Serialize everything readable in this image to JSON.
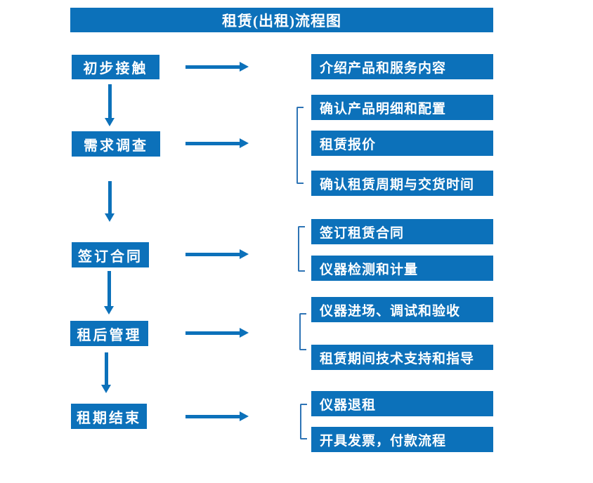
{
  "title": "租赁(出租)流程图",
  "colors": {
    "primary": "#0C71BA",
    "bracket": "#2E74B5"
  },
  "stages": [
    {
      "label": "初步接触",
      "details": [
        "介绍产品和服务内容"
      ]
    },
    {
      "label": "需求调查",
      "details": [
        "确认产品明细和配置",
        "租赁报价",
        "确认租赁周期与交货时间"
      ]
    },
    {
      "label": "签订合同",
      "details": [
        "签订租赁合同",
        "仪器检测和计量"
      ]
    },
    {
      "label": "租后管理",
      "details": [
        "仪器进场、调试和验收",
        "租赁期间技术支持和指导"
      ]
    },
    {
      "label": "租期结束",
      "details": [
        "仪器退租",
        "开具发票，付款流程"
      ]
    }
  ]
}
